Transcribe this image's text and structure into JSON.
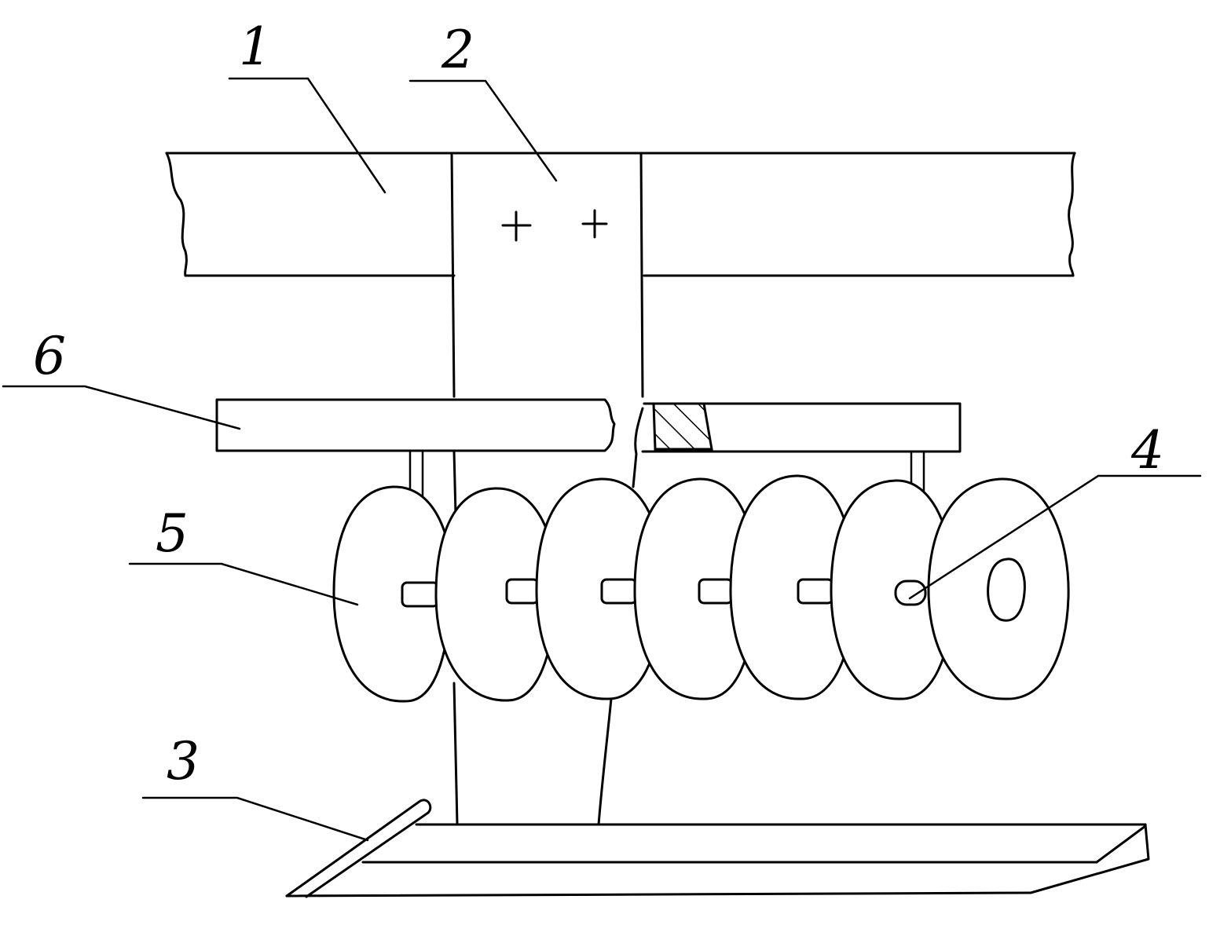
{
  "callouts": [
    {
      "id": "1",
      "label": "1"
    },
    {
      "id": "2",
      "label": "2"
    },
    {
      "id": "3",
      "label": "3"
    },
    {
      "id": "4",
      "label": "4"
    },
    {
      "id": "5",
      "label": "5"
    },
    {
      "id": "6",
      "label": "6"
    }
  ],
  "disc_count": 7
}
